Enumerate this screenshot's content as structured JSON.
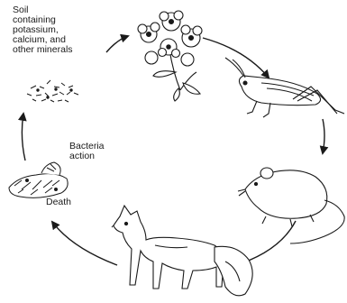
{
  "labels": {
    "soil_lines": [
      "Soil",
      "containing",
      "potassium,",
      "calcium, and",
      "other minerals"
    ],
    "bacteria_lines": [
      "Bacteria",
      "action"
    ],
    "death": "Death"
  },
  "stages": [
    "soil",
    "plant",
    "grasshopper",
    "rat",
    "fox",
    "decomposing-remains"
  ],
  "colors": {
    "ink": "#1a1a1a",
    "background": "#ffffff"
  }
}
